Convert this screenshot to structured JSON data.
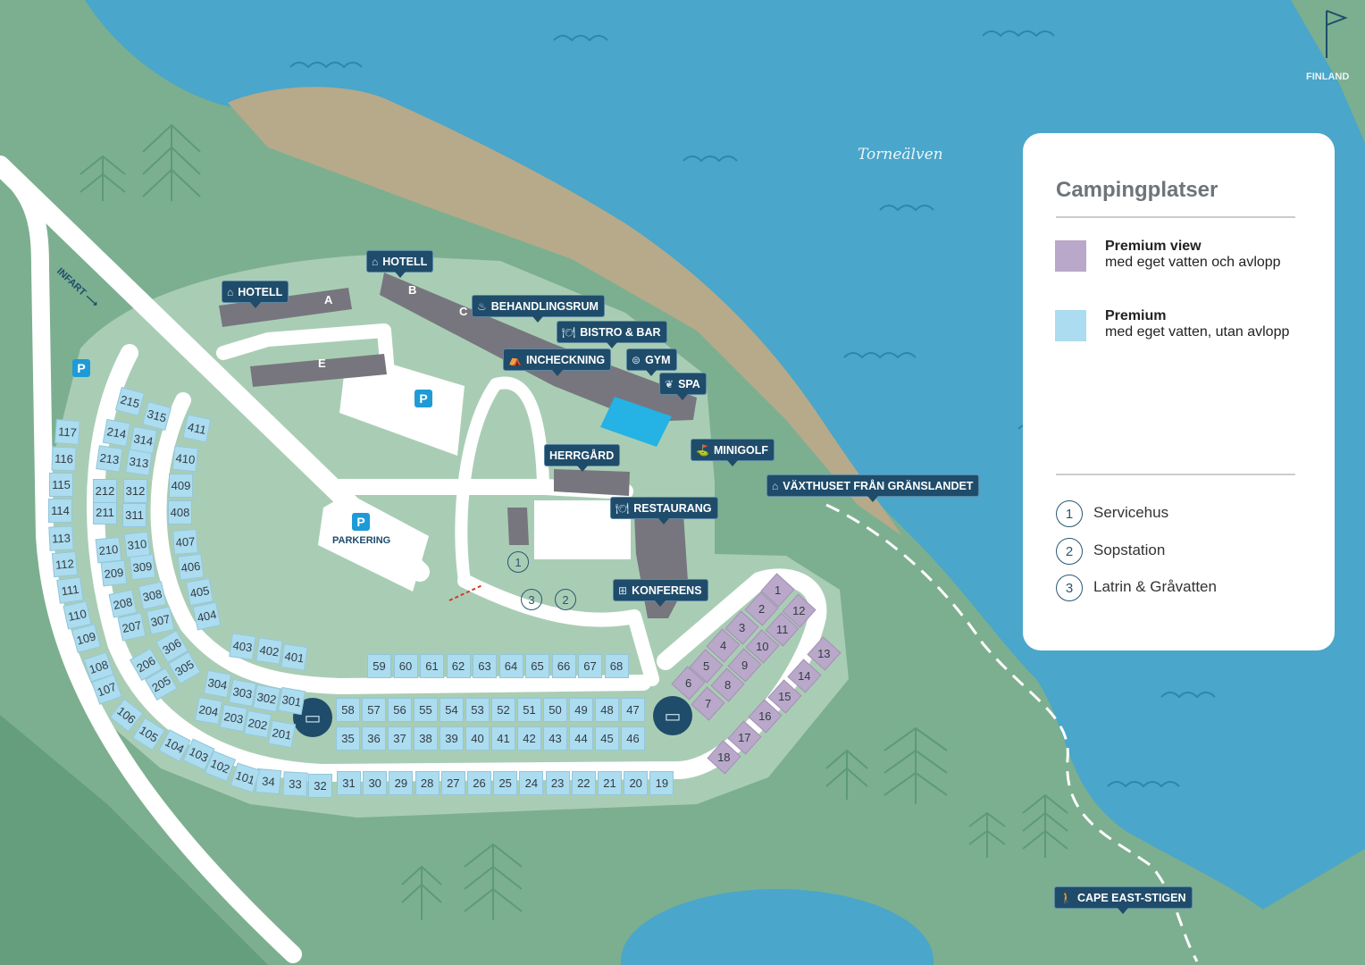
{
  "map": {
    "river_name": "Torneälven",
    "country_sign": "FINLAND",
    "entrance_label": "INFART",
    "parking_label": "PARKERING",
    "parking_badge": "P",
    "building_letters": [
      "A",
      "B",
      "C",
      "E"
    ],
    "poi_labels": {
      "hotell_a": "HOTELL",
      "hotell_b": "HOTELL",
      "behandlingsrum": "BEHANDLINGSRUM",
      "bistro": "BISTRO & BAR",
      "incheckning": "INCHECKNING",
      "gym": "GYM",
      "spa": "SPA",
      "herrgard": "HERRGÅRD",
      "minigolf": "MINIGOLF",
      "vaxthuset": "VÄXTHUSET FRÅN GRÄNSLANDET",
      "restaurang": "RESTAURANG",
      "konferens": "KONFERENS",
      "cape_east": "CAPE EAST-STIGEN"
    },
    "service_markers": [
      "1",
      "2",
      "3"
    ]
  },
  "sites": {
    "premium_view": [
      "1",
      "2",
      "3",
      "4",
      "5",
      "6",
      "7",
      "8",
      "9",
      "10",
      "11",
      "12",
      "13",
      "14",
      "15",
      "16",
      "17",
      "18"
    ],
    "premium": [
      "19",
      "20",
      "21",
      "22",
      "23",
      "24",
      "25",
      "26",
      "27",
      "28",
      "29",
      "30",
      "31",
      "32",
      "33",
      "34",
      "35",
      "36",
      "37",
      "38",
      "39",
      "40",
      "41",
      "42",
      "43",
      "44",
      "45",
      "46",
      "47",
      "48",
      "49",
      "50",
      "51",
      "52",
      "53",
      "54",
      "55",
      "56",
      "57",
      "58",
      "59",
      "60",
      "61",
      "62",
      "63",
      "64",
      "65",
      "66",
      "67",
      "68",
      "101",
      "102",
      "103",
      "104",
      "105",
      "106",
      "107",
      "108",
      "109",
      "110",
      "111",
      "112",
      "113",
      "114",
      "115",
      "116",
      "117",
      "201",
      "202",
      "203",
      "204",
      "205",
      "206",
      "207",
      "208",
      "209",
      "210",
      "211",
      "212",
      "213",
      "214",
      "215",
      "301",
      "302",
      "303",
      "304",
      "305",
      "306",
      "307",
      "308",
      "309",
      "310",
      "311",
      "312",
      "313",
      "314",
      "315",
      "401",
      "402",
      "403",
      "404",
      "405",
      "406",
      "407",
      "408",
      "409",
      "410",
      "411"
    ]
  },
  "legend": {
    "title": "Campingplatser",
    "items": [
      {
        "name": "Premium view",
        "desc": "med eget vatten och avlopp",
        "color": "#b9a8c9"
      },
      {
        "name": "Premium",
        "desc": "med eget vatten, utan avlopp",
        "color": "#acdcef"
      }
    ],
    "services": [
      {
        "num": "1",
        "label": "Servicehus"
      },
      {
        "num": "2",
        "label": "Sopstation"
      },
      {
        "num": "3",
        "label": "Latrin & Gråvatten"
      }
    ]
  },
  "colors": {
    "water": "#4aa6ca",
    "land": "#7caf8f",
    "resort": "#a9cdb4",
    "sand": "#b6aa8a",
    "label": "#1f4c6a"
  }
}
